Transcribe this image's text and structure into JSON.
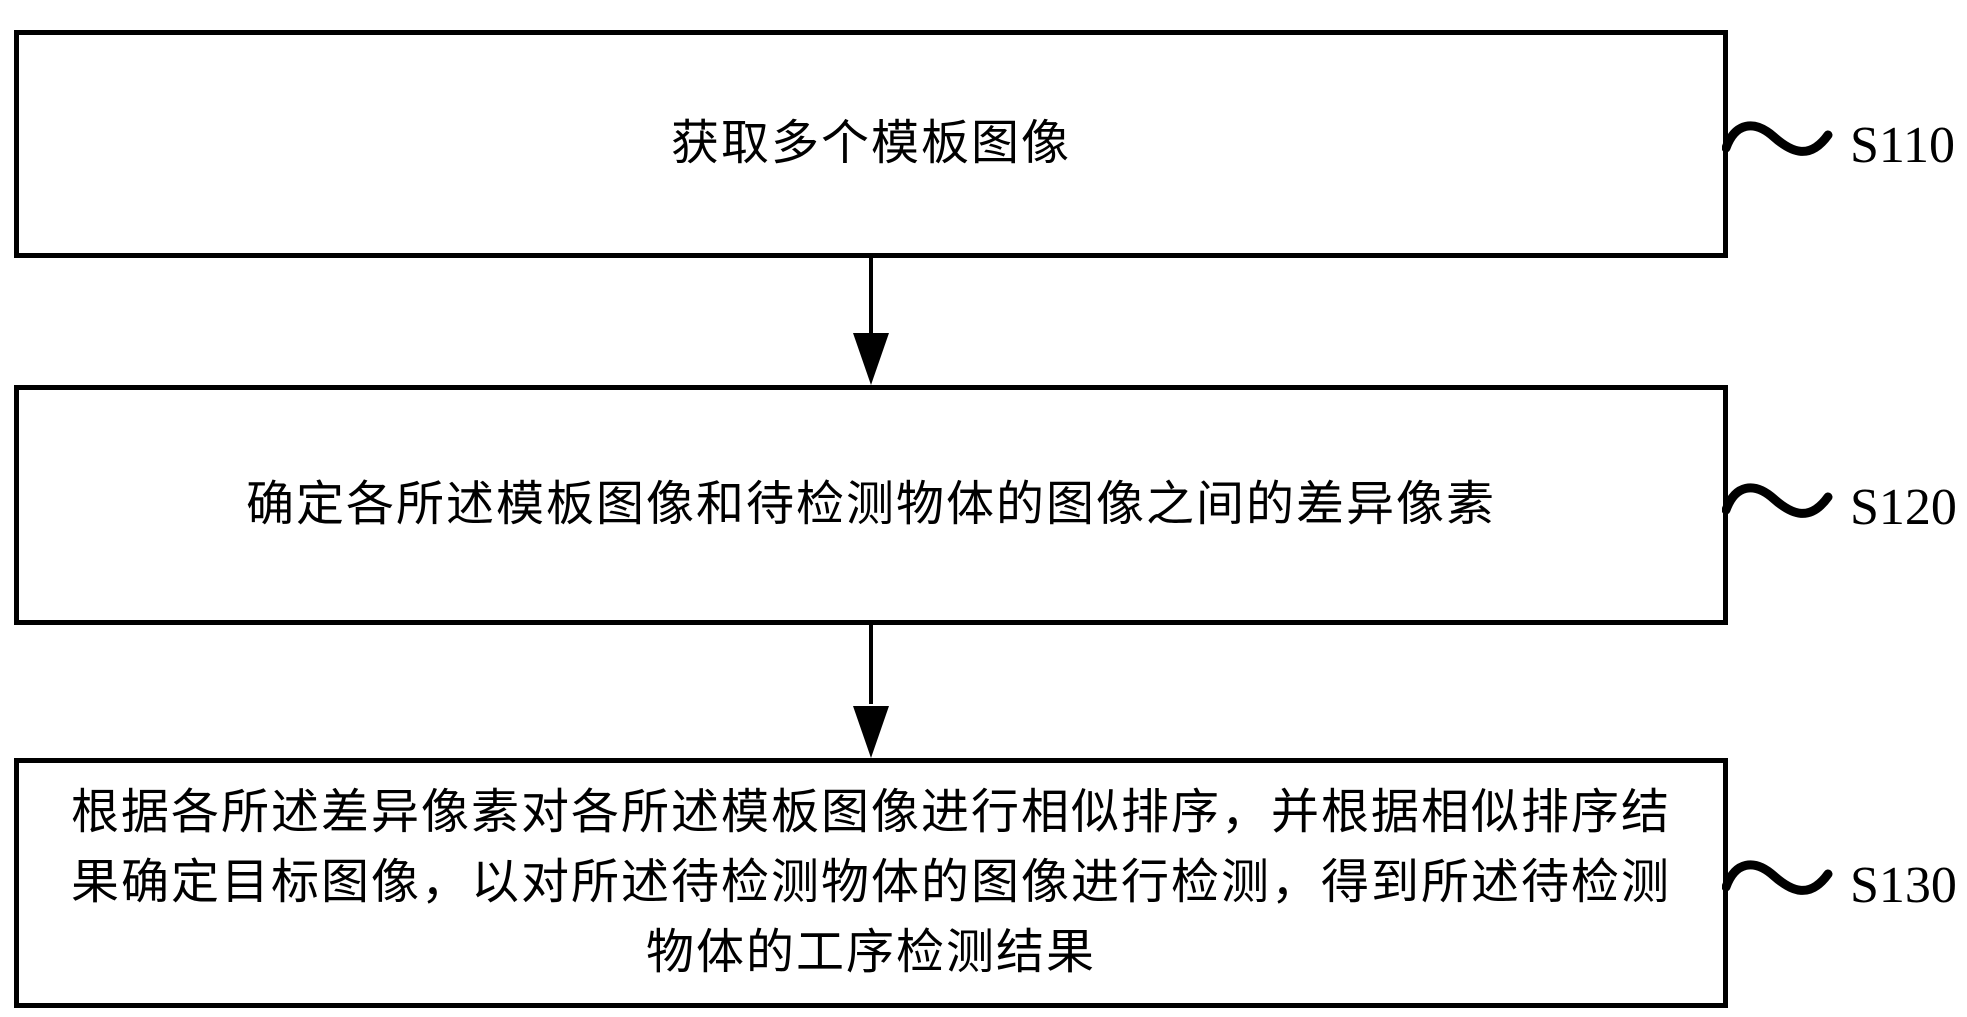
{
  "diagram": {
    "type": "patent-flowchart",
    "background_color": "#ffffff",
    "line_color": "#000000",
    "steps": [
      {
        "label": "S110",
        "lines": {
          "0": "获取多个模板图像"
        }
      },
      {
        "label": "S120",
        "lines": {
          "0": "确定各所述模板图像和待检测物体的图像之间的差异像素"
        }
      },
      {
        "label": "S130",
        "lines": {
          "0": "根据各所述差异像素对各所述模板图像进行相似排序，并根据相似排序结",
          "1": "果确定目标图像，以对所述待检测物体的图像进行检测，得到所述待检测",
          "2": "物体的工序检测结果"
        }
      }
    ]
  }
}
